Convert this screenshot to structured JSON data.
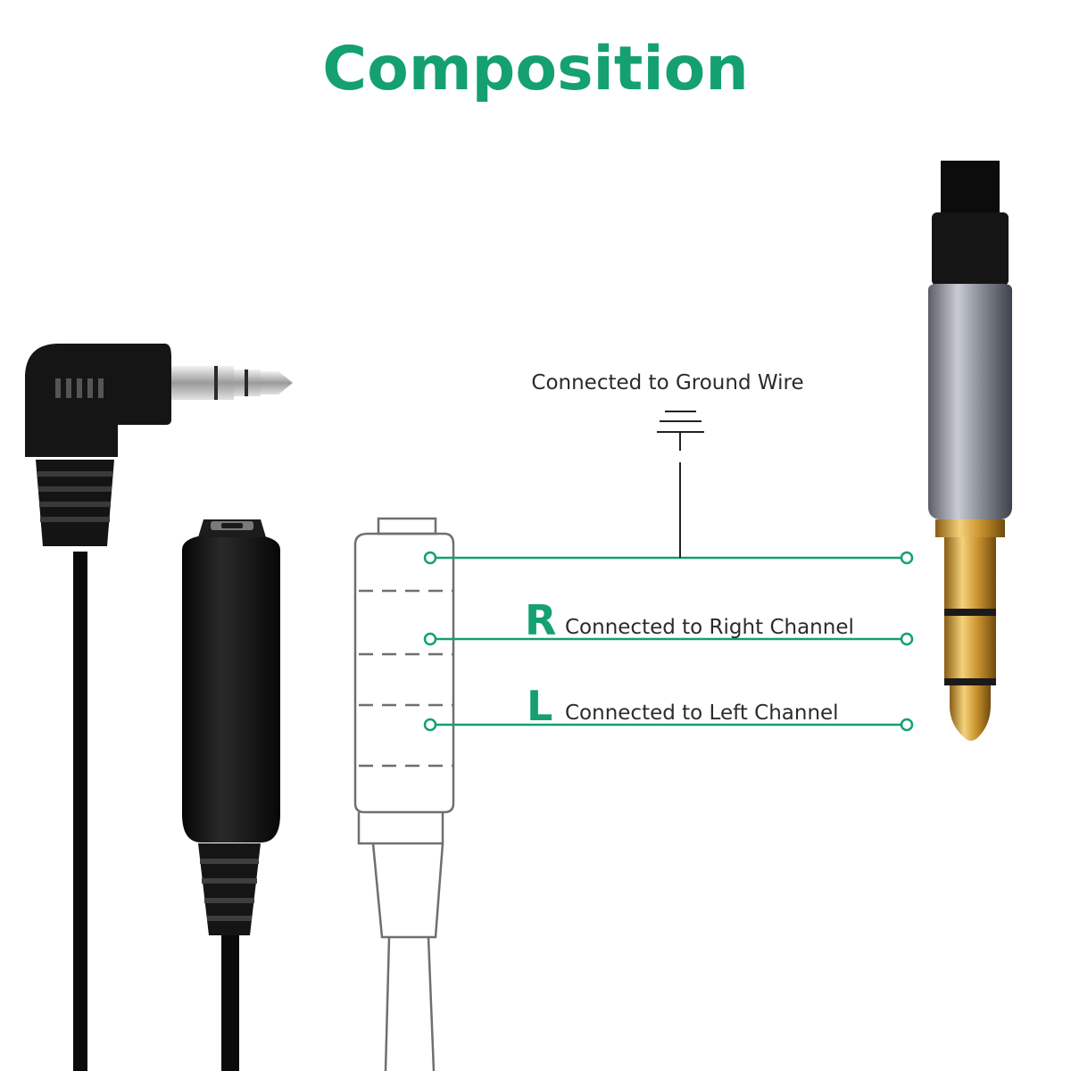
{
  "title": "Composition",
  "labels": {
    "ground": "Connected to Ground Wire",
    "right_letter": "R",
    "right": "Connected to Right Channel",
    "left_letter": "L",
    "left": "Connected to Left Channel"
  },
  "colors": {
    "accent": "#14a072",
    "outline": "#6f6f6f",
    "gold": "#d6a63c",
    "plug_body": "#111111"
  },
  "icons": {
    "ground": "ground-symbol-icon"
  }
}
